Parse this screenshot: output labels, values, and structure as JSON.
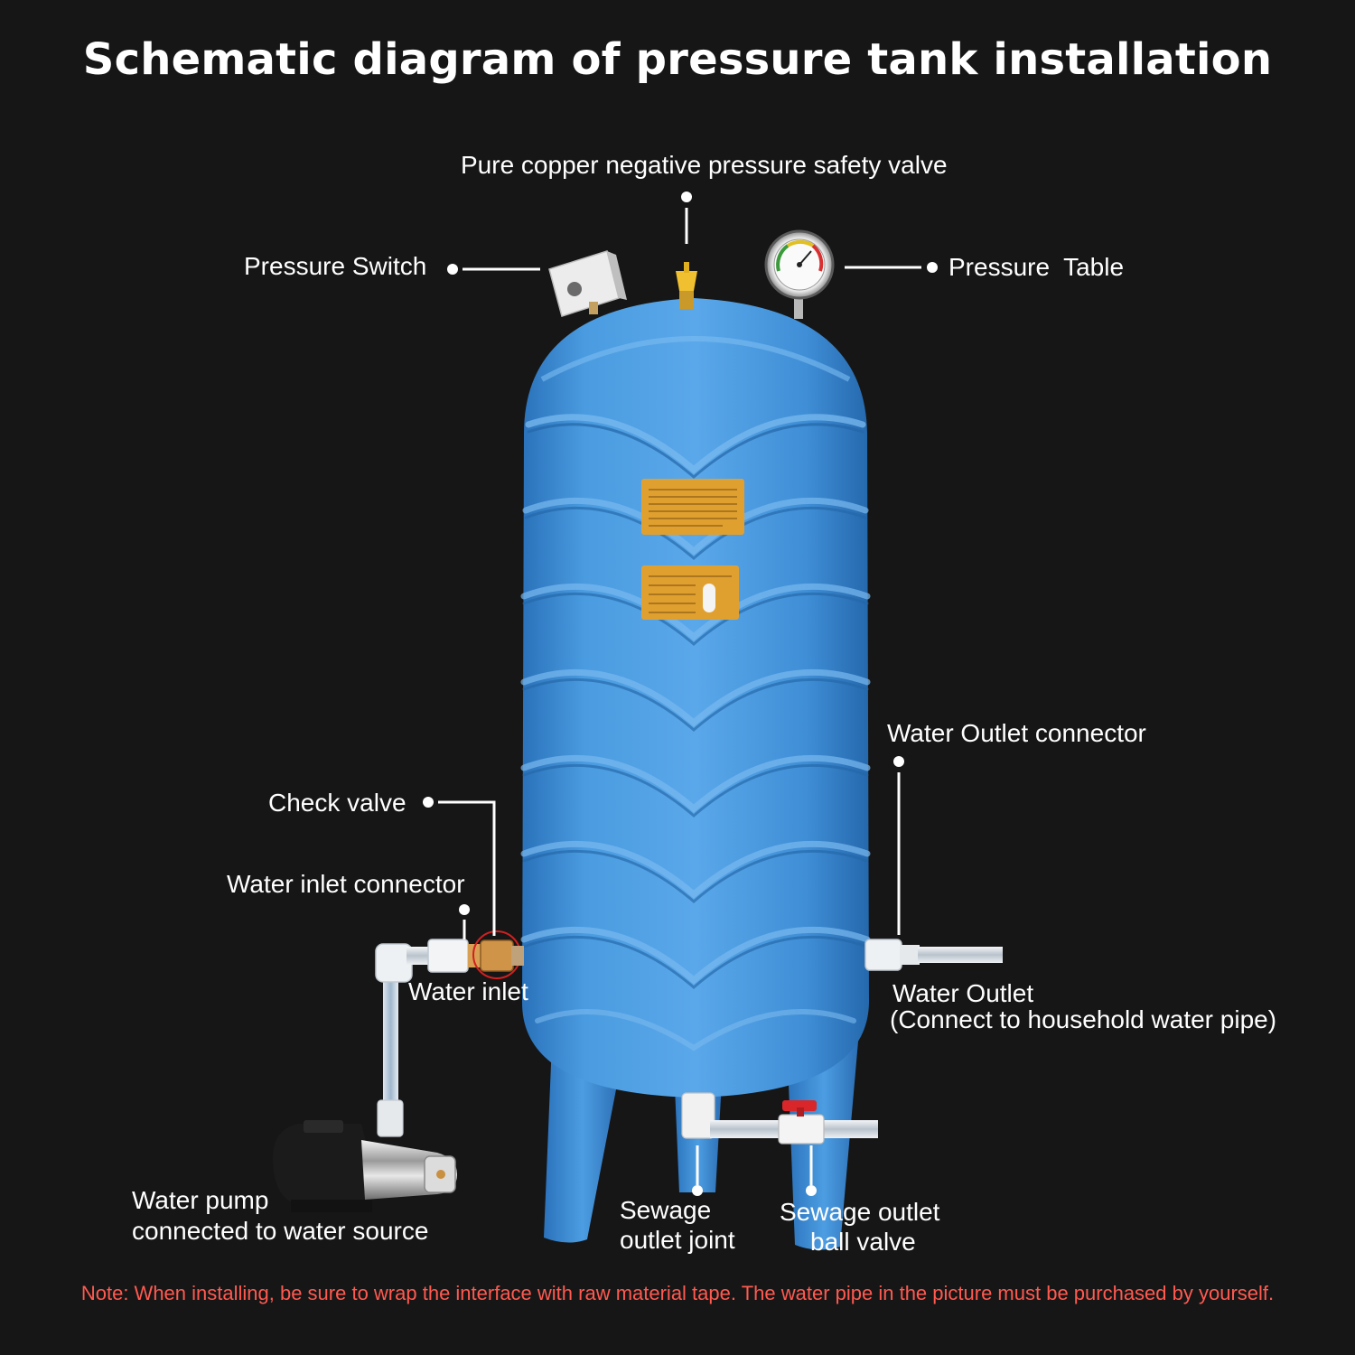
{
  "title": "Schematic diagram of pressure tank installation",
  "labels": {
    "safety_valve": "Pure copper negative pressure safety valve",
    "pressure_switch": "Pressure Switch",
    "pressure_table": "Pressure  Table",
    "outlet_connector": "Water Outlet connector",
    "check_valve": "Check valve",
    "inlet_connector": "Water inlet connector",
    "water_inlet": "Water inlet",
    "water_outlet_line1": "Water Outlet",
    "water_outlet_line2": "(Connect to household water pipe)",
    "pump_line1": "Water pump",
    "pump_line2": "connected to water source",
    "sewage_joint_line1": "Sewage",
    "sewage_joint_line2": "outlet joint",
    "sewage_valve_line1": "Sewage outlet",
    "sewage_valve_line2": "ball valve"
  },
  "note": "Note: When installing, be sure to wrap the interface with raw material tape. The water pipe in the picture must be purchased by yourself.",
  "colors": {
    "background": "#161616",
    "tank_blue": "#3d8fd6",
    "label_plate": "#e0a030",
    "note_red": "#ff5a50",
    "leader_line": "#ffffff"
  }
}
